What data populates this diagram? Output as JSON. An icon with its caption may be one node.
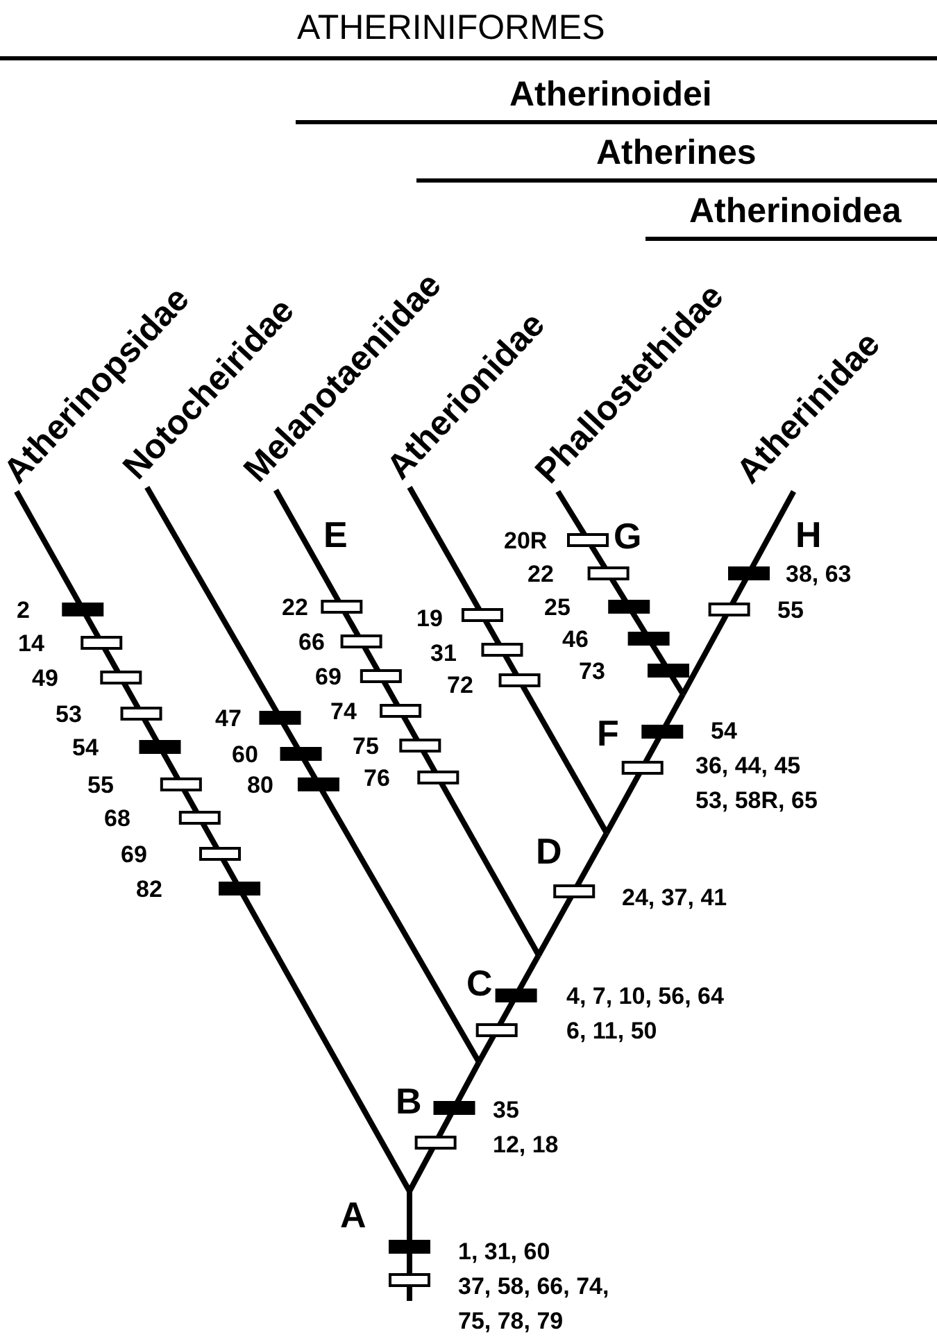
{
  "diagram": {
    "nodes": [
      {
        "text": [
          "Atherinopsidae"
        ]
      },
      {
        "text": [
          "Notocheiridae"
        ]
      },
      {
        "text": [
          "Melanotaeniidae"
        ]
      },
      {
        "text": [
          "Atherionidae"
        ]
      },
      {
        "text": [
          "Phallostethidae"
        ]
      },
      {
        "text": [
          "Atherinidae"
        ]
      },
      {
        "text": [
          "A"
        ],
        "beside": [
          "1, 31, 60",
          "37, 58, 66, 74, 75, 78, 79"
        ]
      },
      {
        "text": [
          "B"
        ],
        "beside": [
          "35",
          "12, 18"
        ]
      },
      {
        "text": [
          "C"
        ],
        "beside": [
          "4, 7, 10, 56, 64",
          "6, 11, 50"
        ]
      },
      {
        "text": [
          "D"
        ],
        "beside": [
          "24, 37, 41"
        ]
      },
      {
        "text": [
          "F"
        ],
        "beside": [
          "54",
          "36, 44, 45",
          "53, 58R, 65"
        ]
      }
    ],
    "edges": [
      {
        "from": 6,
        "to": null,
        "arrow": "none"
      },
      {
        "from": 6,
        "to": 0,
        "arrow": "none"
      },
      {
        "from": 6,
        "to": 7,
        "arrow": "none"
      },
      {
        "from": 7,
        "to": 1,
        "arrow": "none"
      },
      {
        "from": 7,
        "to": 8,
        "arrow": "none"
      },
      {
        "from": 8,
        "to": 2,
        "arrow": "none"
      },
      {
        "from": 8,
        "to": 9,
        "arrow": "none"
      },
      {
        "from": 9,
        "to": 3,
        "arrow": "none"
      },
      {
        "from": 9,
        "to": 10,
        "arrow": "none"
      },
      {
        "from": 10,
        "to": 4,
        "arrow": "none"
      },
      {
        "from": 10,
        "to": 5,
        "arrow": "none"
      }
    ],
    "labels": [
      "ATHERINIFORMES",
      "Atherinoidei",
      "Atherines",
      "Atherinoidea",
      "E",
      "G",
      "H",
      "2",
      "14",
      "49",
      "53",
      "54",
      "55",
      "68",
      "69",
      "82",
      "47",
      "60",
      "80",
      "22",
      "66",
      "69",
      "74",
      "75",
      "76",
      "19",
      "31",
      "72",
      "20R",
      "22",
      "25",
      "46",
      "73",
      "38, 63",
      "55"
    ]
  }
}
